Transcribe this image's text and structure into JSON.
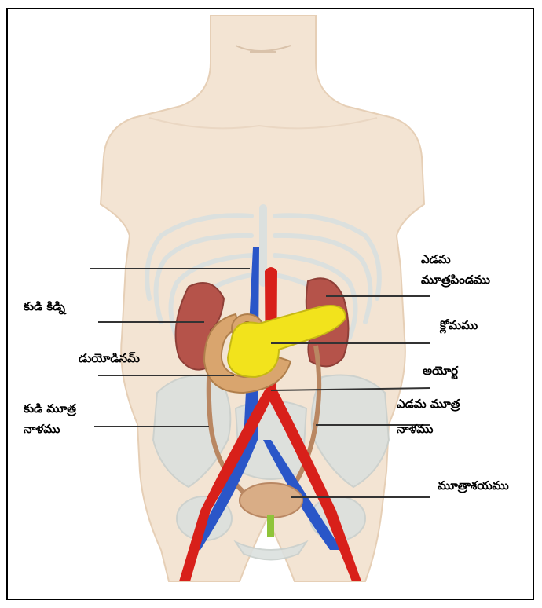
{
  "labels": {
    "left_kidney_l1": "ఎడమ",
    "left_kidney_l2": "మూత్రపిండము",
    "right_kidney": "కుడి కిడ్ని",
    "pancreas": "క్లోమము",
    "duodenum": "డుయోడినమ్",
    "aorta": "అయోర్ట",
    "right_ureter_l1": "కుడి మూత్ర",
    "right_ureter_l2": "నాళము",
    "left_ureter_l1": "ఎడమ మూత్ర",
    "left_ureter_l2": "నాళము",
    "bladder": "మూత్రాశయము"
  },
  "colors": {
    "skin": "#f3e4d3",
    "skin_shadow": "#e6cfb6",
    "bone": "#dbe0de",
    "vena_cava": "#2a56c8",
    "aorta": "#d8201a",
    "kidney": "#b5534a",
    "pancreas": "#f2e31c",
    "duodenum": "#d9a56e",
    "ureter": "#b98762",
    "bladder": "#d9ad86",
    "urethra": "#8fc43a"
  }
}
